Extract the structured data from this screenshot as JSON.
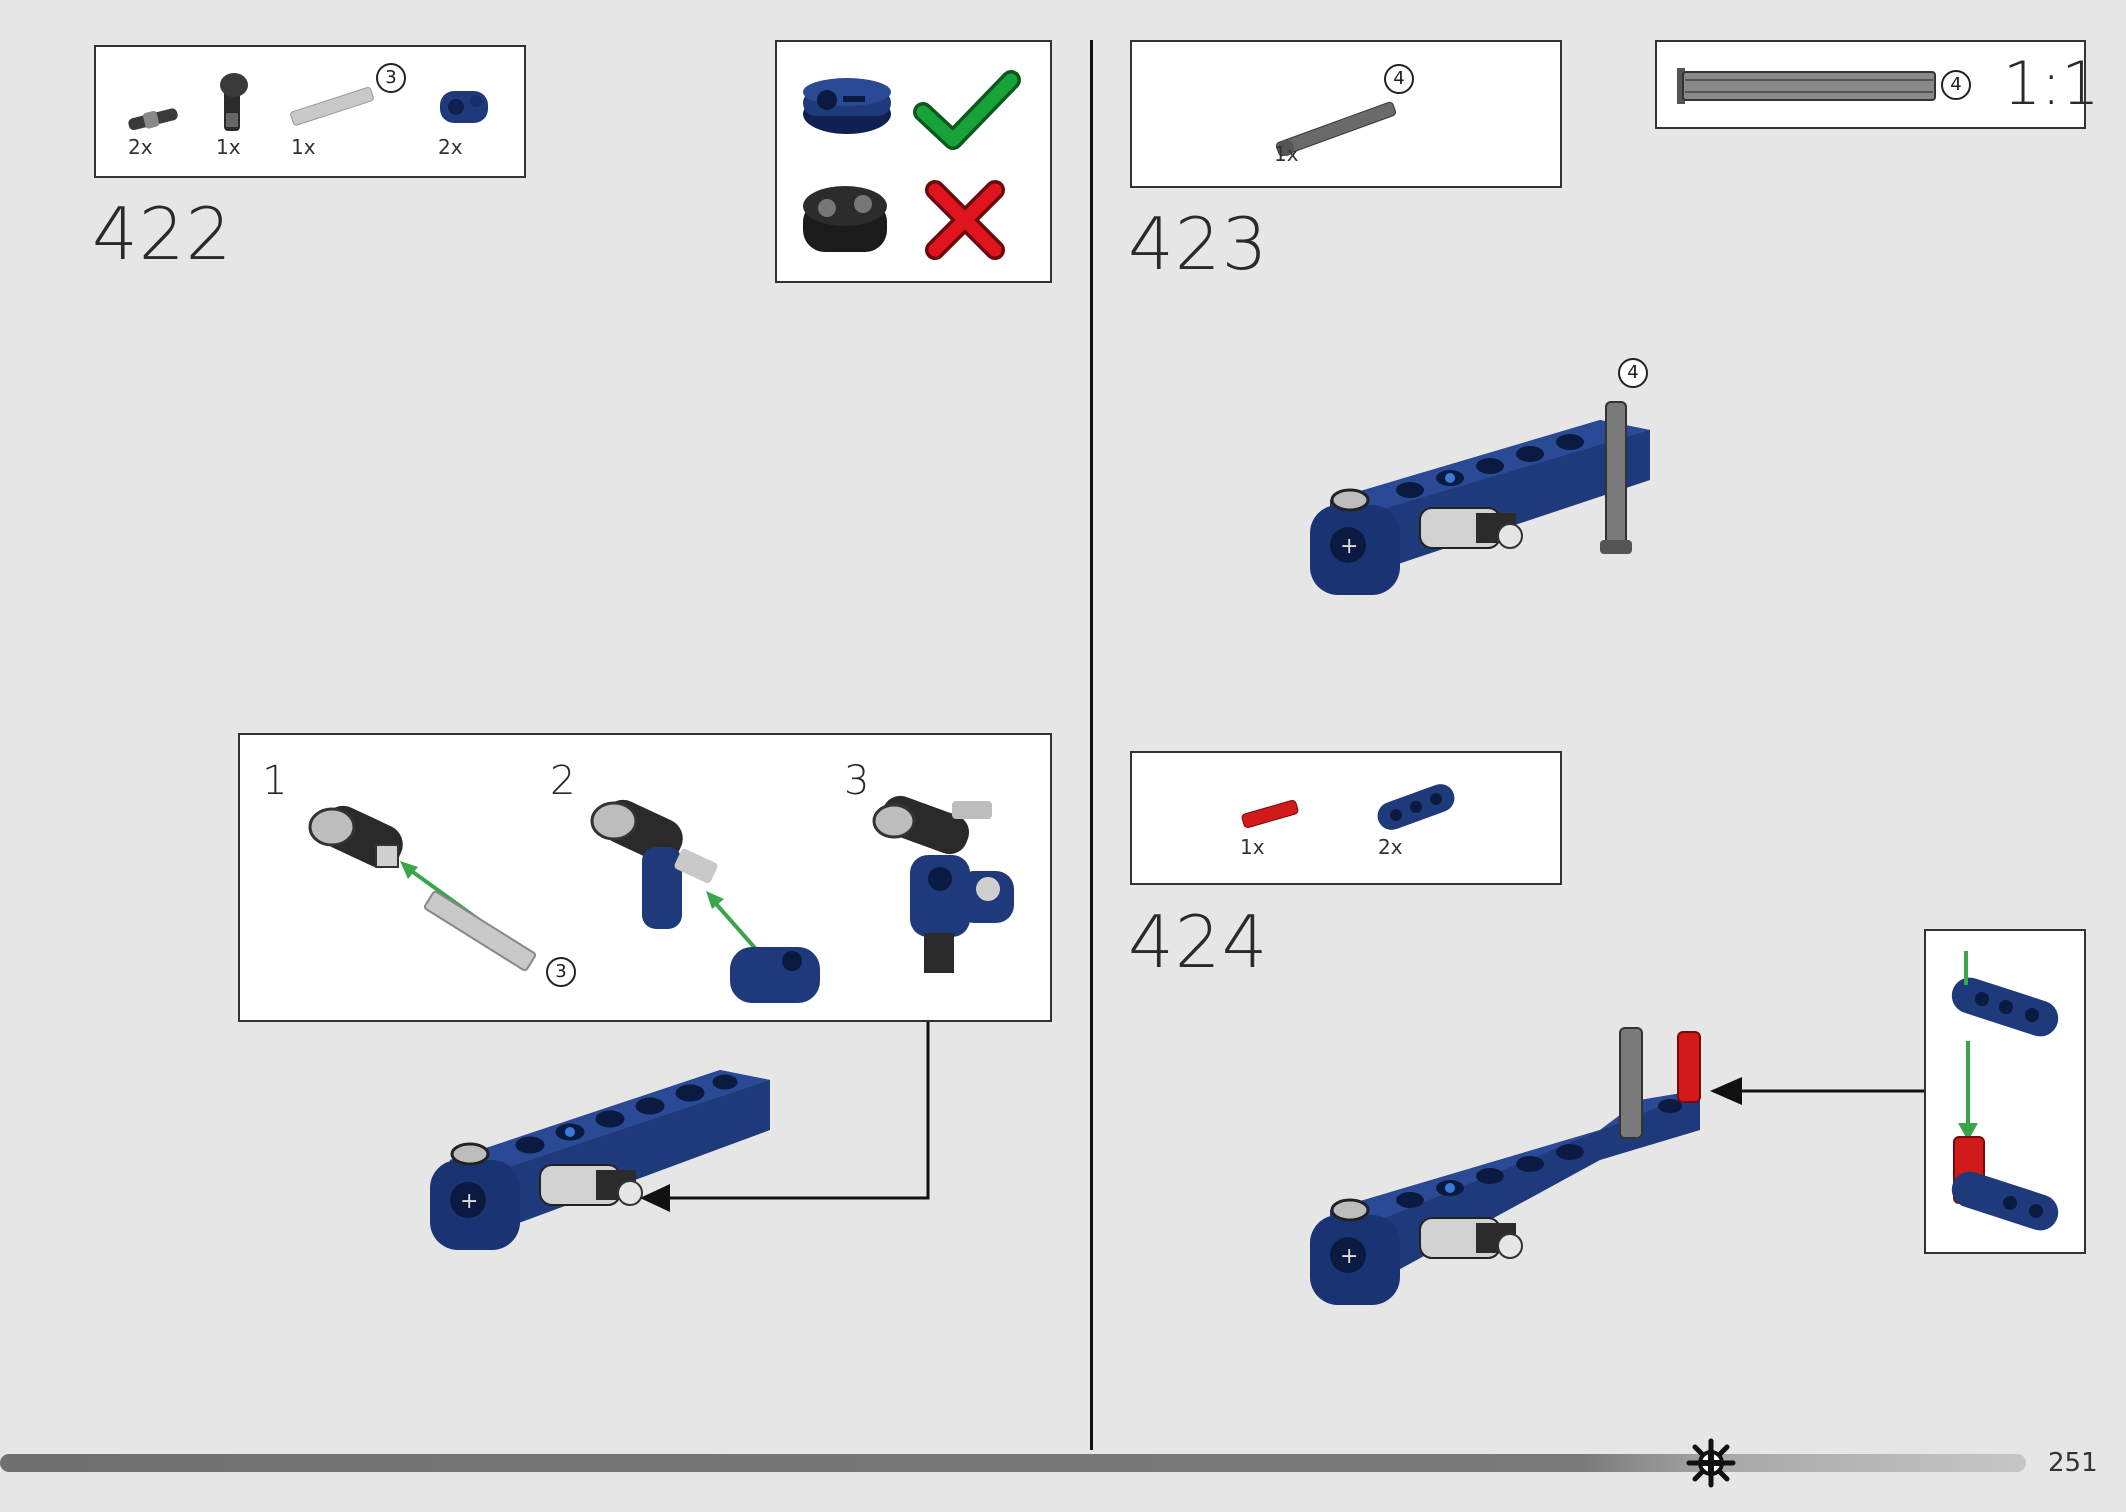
{
  "steps": [
    {
      "number": "422",
      "parts": [
        "2x",
        "1x",
        "1x",
        "2x"
      ],
      "part_callout": "3"
    },
    {
      "number": "423",
      "parts": [
        "1x"
      ],
      "part_callout": "4",
      "model_callout": "4"
    },
    {
      "number": "424",
      "parts": [
        "1x",
        "2x"
      ]
    }
  ],
  "scale_box": {
    "callout": "4",
    "label": "1:1"
  },
  "subassembly": {
    "steps": [
      "1",
      "2",
      "3"
    ],
    "callout": "3"
  },
  "tip_box": {
    "correct_icon": "green-check-icon",
    "wrong_icon": "red-x-icon"
  },
  "page": {
    "number": "251"
  },
  "colors": {
    "brick_blue": "#1f3a7a",
    "check_green": "#18a33a",
    "cross_red": "#e0141e",
    "arrow_green": "#3aa64c"
  }
}
